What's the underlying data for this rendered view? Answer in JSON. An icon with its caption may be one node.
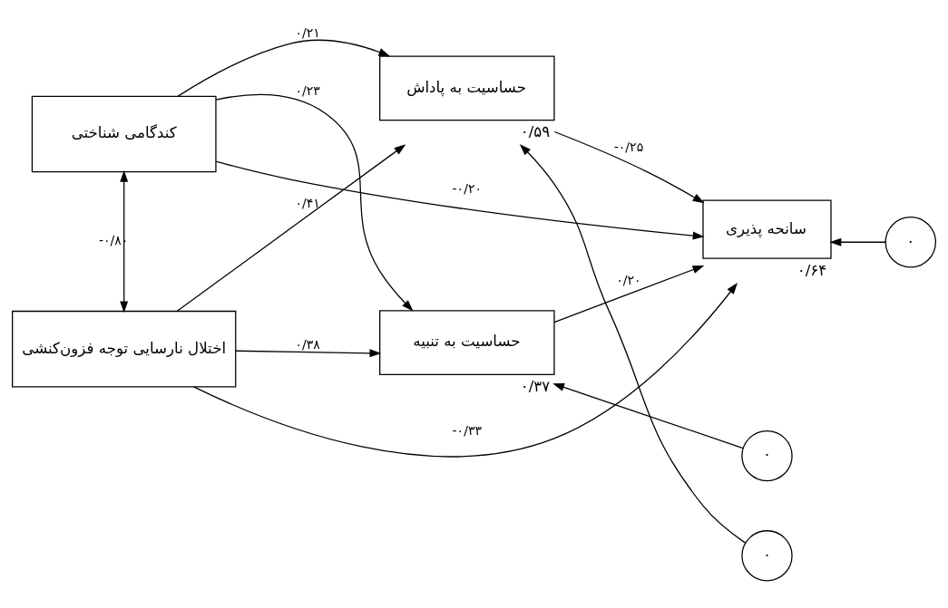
{
  "diagram": {
    "nodes": [
      {
        "text": [
          "کندگامی شناختی"
        ]
      },
      {
        "text": [
          "اختلال نارسایی توجه فزون‌کنشی"
        ]
      },
      {
        "text": [
          "حساسیت به پاداش"
        ],
        "beside": [
          "۰/۵۹"
        ]
      },
      {
        "text": [
          "حساسیت به تنبیه"
        ],
        "beside": [
          "۰/۳۷"
        ]
      },
      {
        "text": [
          "سانحه پذیری"
        ],
        "beside": [
          "۰/۶۴"
        ]
      },
      {
        "text": [
          "۰"
        ]
      },
      {
        "text": [
          "۰"
        ]
      },
      {
        "text": [
          "۰"
        ]
      }
    ],
    "edges": [
      {
        "from": 0,
        "to": 1,
        "arrow": "both",
        "label": "-۰/۸۰"
      },
      {
        "from": 0,
        "to": 2,
        "arrow": "to",
        "label": "۰/۲۱"
      },
      {
        "from": 0,
        "to": 3,
        "arrow": "to",
        "label": "۰/۲۳"
      },
      {
        "from": 0,
        "to": 4,
        "arrow": "to",
        "label": "-۰/۲۰"
      },
      {
        "from": 1,
        "to": 2,
        "arrow": "to",
        "label": "۰/۴۱"
      },
      {
        "from": 1,
        "to": 4,
        "arrow": "to",
        "label": "-۰/۳۳"
      },
      {
        "from": 1,
        "to": 3,
        "arrow": "to",
        "label": "۰/۳۸"
      },
      {
        "from": 2,
        "to": 4,
        "arrow": "to",
        "label": "-۰/۲۵"
      },
      {
        "from": 3,
        "to": 4,
        "arrow": "to",
        "label": "۰/۲۰"
      },
      {
        "from": 5,
        "to": 2,
        "arrow": "to"
      },
      {
        "from": 6,
        "to": 3,
        "arrow": "to"
      },
      {
        "from": 7,
        "to": 4,
        "arrow": "to"
      }
    ]
  }
}
